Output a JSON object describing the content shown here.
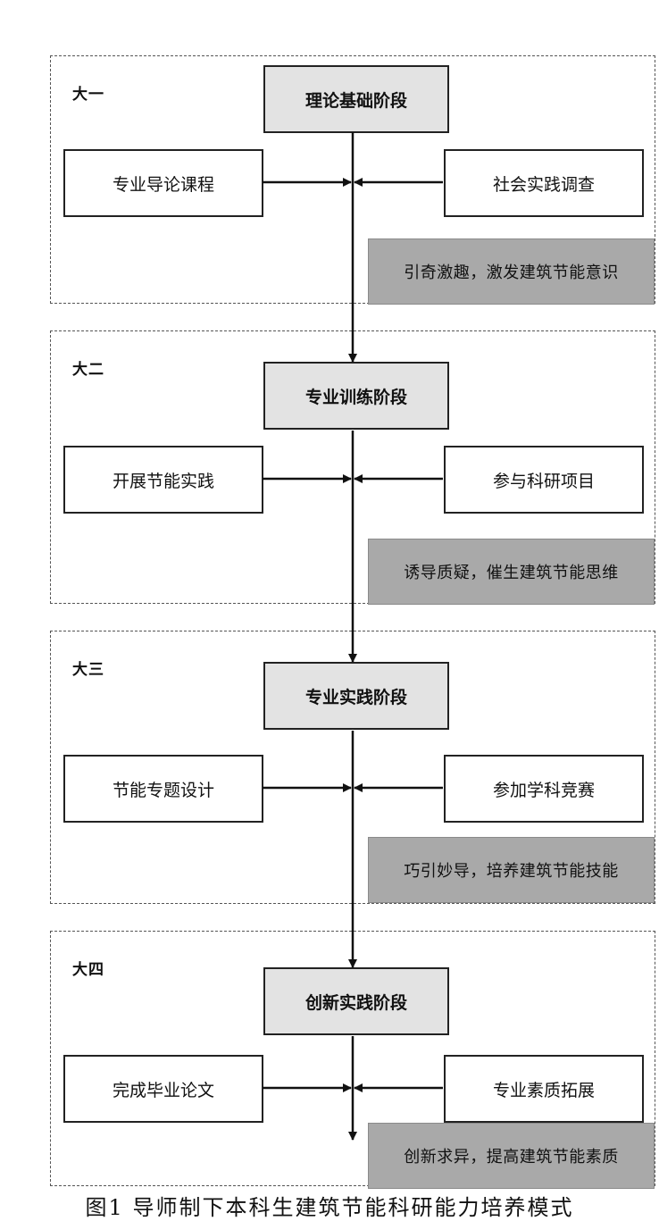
{
  "stages": [
    {
      "year": "大一",
      "phase": "理论基础阶段",
      "left_activity": "专业导论课程",
      "right_activity": "社会实践调查",
      "goal": "引奇激趣，激发建筑节能意识"
    },
    {
      "year": "大二",
      "phase": "专业训练阶段",
      "left_activity": "开展节能实践",
      "right_activity": "参与科研项目",
      "goal": "诱导质疑，催生建筑节能思维"
    },
    {
      "year": "大三",
      "phase": "专业实践阶段",
      "left_activity": "节能专题设计",
      "right_activity": "参加学科竞赛",
      "goal": "巧引妙导，培养建筑节能技能"
    },
    {
      "year": "大四",
      "phase": "创新实践阶段",
      "left_activity": "完成毕业论文",
      "right_activity": "专业素质拓展",
      "goal": "创新求异，提高建筑节能素质"
    }
  ],
  "caption": "图1 导师制下本科生建筑节能科研能力培养模式",
  "colors": {
    "phase_fill": "#e3e3e3",
    "goal_fill": "#a9a9a9",
    "line": "#111111"
  }
}
